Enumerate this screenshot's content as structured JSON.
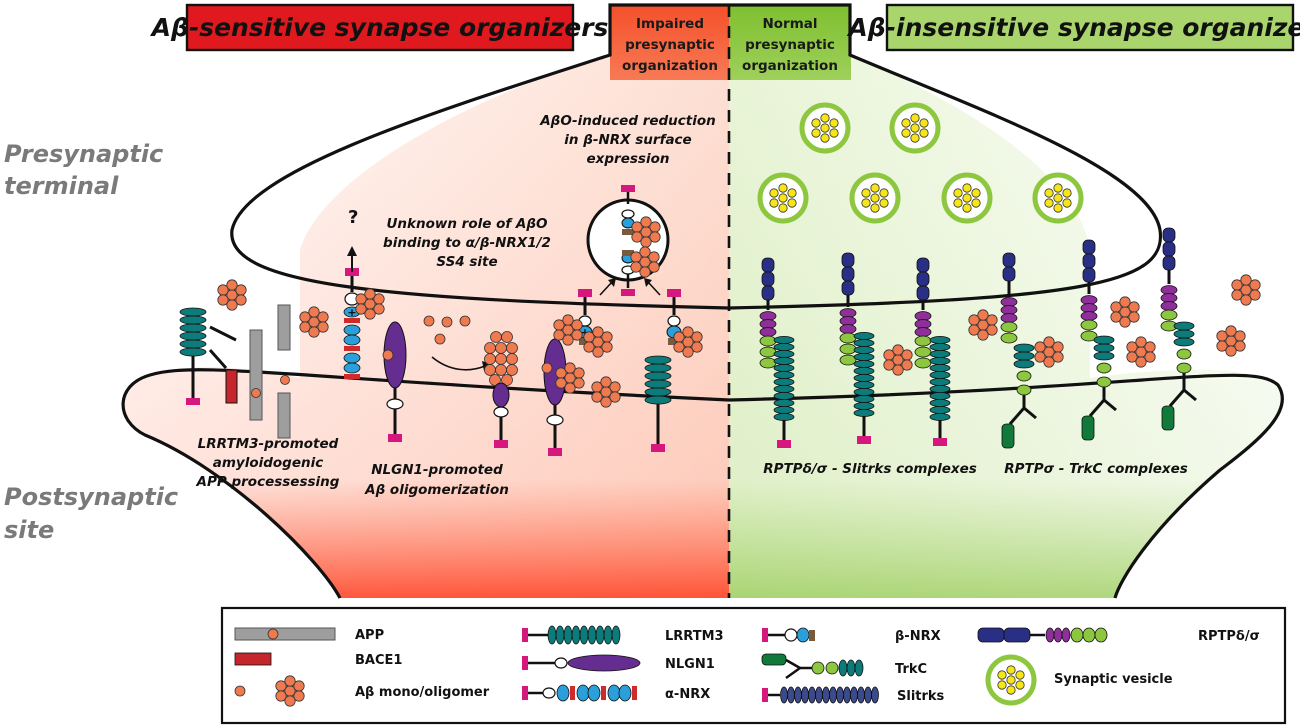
{
  "header": {
    "left": "Aβ-sensitive synapse organizers",
    "right": "Aβ-insensitive synapse organizers",
    "impaired": [
      "Impaired",
      "presynaptic",
      "organization"
    ],
    "normal": [
      "Normal",
      "presynaptic",
      "organization"
    ]
  },
  "sides": {
    "presynaptic": [
      "Presynaptic",
      "terminal"
    ],
    "postsynaptic": [
      "Postsynaptic",
      "site"
    ]
  },
  "labels": {
    "question_mark": "?",
    "unknown_role": [
      "Unknown role of AβO",
      "binding to α/β-NRX1/2",
      "SS4 site"
    ],
    "abo_reduction": [
      "AβO-induced reduction",
      "in β-NRX surface",
      "expression"
    ],
    "lrrtm3": [
      "LRRTM3-promoted",
      "amyloidogenic",
      "APP processessing"
    ],
    "nlgn1": [
      "NLGN1-promoted",
      "Aβ oligomerization"
    ],
    "rptp_slitrks": "RPTPδ/σ - Slitrks complexes",
    "rptp_trkc": "RPTPσ - TrkC complexes"
  },
  "legend": {
    "app": "APP",
    "bace1": "BACE1",
    "abeta": "Aβ mono/oligomer",
    "lrrtm3": "LRRTM3",
    "nlgn1": "NLGN1",
    "alpha_nrx": "α-NRX",
    "beta_nrx": "β-NRX",
    "trkc": "TrkC",
    "slitrks": "Slitrks",
    "rptp": "RPTPδ/σ",
    "vesicle": "Synaptic vesicle"
  },
  "colors": {
    "red": "#e02222",
    "green": "#8dc63f",
    "teal": "#0c7b7a",
    "purple": "#662d91",
    "magenta": "#d6187e",
    "blue": "#2a2f86",
    "cyan": "#2b9fd9",
    "vesicle": "#f7e617",
    "abeta": "#f07a50"
  }
}
